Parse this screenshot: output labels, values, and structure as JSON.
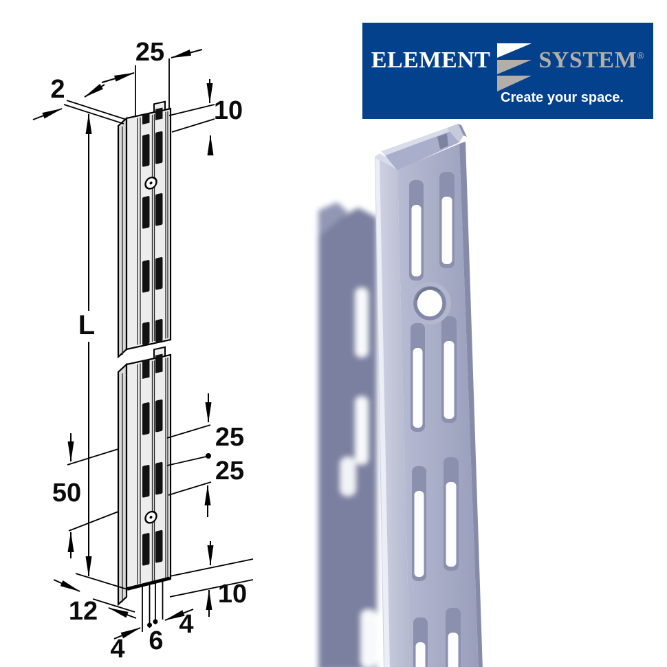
{
  "logo": {
    "brand_left": "ELEMENT",
    "brand_right": "SYSTEM",
    "registered_mark": "®",
    "tagline": "Create your space.",
    "colors": {
      "background": "#04418c",
      "brand_left_text": "#ffffff",
      "brand_right_text": "#b3afa8",
      "glyph_top_bar": "#ffffff",
      "glyph_lower_bars": "#b3afa8",
      "tagline_text": "#ffffff"
    }
  },
  "drawing": {
    "labels": {
      "profile_width": "25",
      "material_thickness": "2",
      "top_offset": "10",
      "length": "L",
      "pitch_a": "25",
      "pitch_b": "25",
      "group_pitch": "50",
      "bottom_offset": "10",
      "depth": "12",
      "slot_a": "4",
      "slot_gap": "6",
      "slot_b": "4"
    },
    "colors": {
      "line": "#000000",
      "front_fill": "#ededed",
      "side_fill": "#d9d9d9",
      "slot_fill": "#111111"
    }
  },
  "render3d": {
    "colors": {
      "front_face": "#a9aec8",
      "left_flange": "#c2c6d9",
      "right_edge": "#868ba9",
      "back_rail": "#7b80a0",
      "slot_opening": "#ffffff"
    }
  }
}
